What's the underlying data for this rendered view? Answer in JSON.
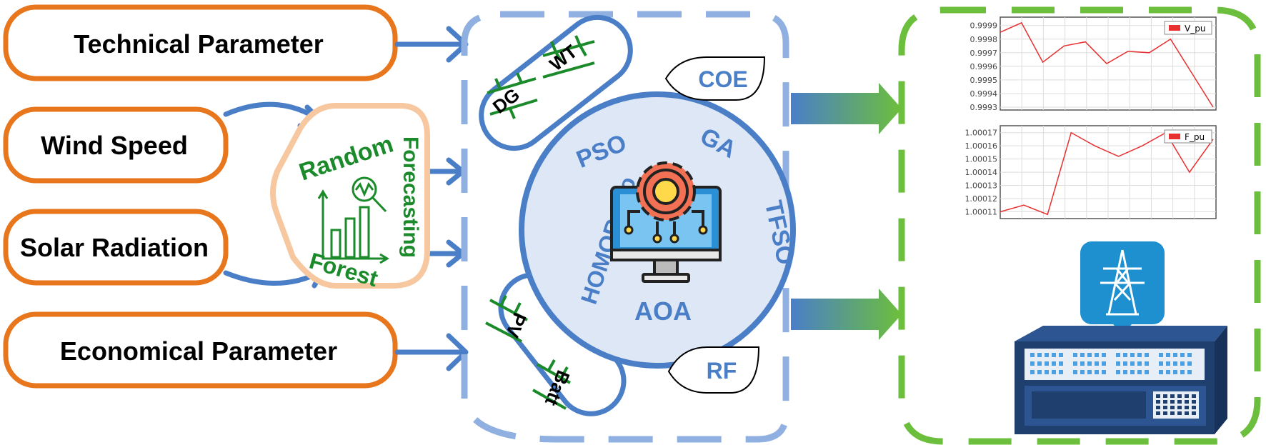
{
  "inputs": {
    "technical": "Technical Parameter",
    "wind": "Wind Speed",
    "solar": "Solar Radiation",
    "economical": "Economical Parameter"
  },
  "forecasting": {
    "random": "Random",
    "forest": "Forest",
    "forecasting": "Forecasting"
  },
  "components": {
    "dg": "DG",
    "wt": "WT",
    "pv": "PV",
    "batt": "Batt"
  },
  "optimizers": {
    "pso": "PSO",
    "ga": "GA",
    "tfso": "TFSO",
    "aoa": "AOA",
    "homor": "HOMOR Pro"
  },
  "objectives": {
    "coe": "COE",
    "rf": "RF"
  },
  "colors": {
    "orange": "#e8761c",
    "peach": "#f7c7a0",
    "blue": "#4a7fc8",
    "light_blue": "#8fb0e0",
    "green": "#1a8a2a",
    "lime": "#6cbf3c"
  },
  "chart_data": [
    {
      "type": "line",
      "legend": "V_pu",
      "yticks": [
        "0.9993",
        "0.9994",
        "0.9995",
        "0.9996",
        "0.9997",
        "0.9998",
        "0.9999"
      ],
      "ylim": [
        0.9993,
        0.99993
      ],
      "values": [
        0.99985,
        0.99992,
        0.99963,
        0.99975,
        0.99978,
        0.99962,
        0.99971,
        0.9997,
        0.9998,
        0.99955,
        0.9993
      ],
      "grid": true,
      "legend_position": "top-right",
      "color": "#e83030"
    },
    {
      "type": "line",
      "legend": "F_pu",
      "yticks": [
        "1.00011",
        "1.00012",
        "1.00013",
        "1.00014",
        "1.00015",
        "1.00016",
        "1.00017"
      ],
      "ylim": [
        1.000107,
        1.000172
      ],
      "values": [
        1.00011,
        1.000115,
        1.000108,
        1.00017,
        1.00016,
        1.000152,
        1.00016,
        1.00017,
        1.00014,
        1.000165
      ],
      "grid": true,
      "legend_position": "top-right",
      "color": "#e83030"
    }
  ]
}
